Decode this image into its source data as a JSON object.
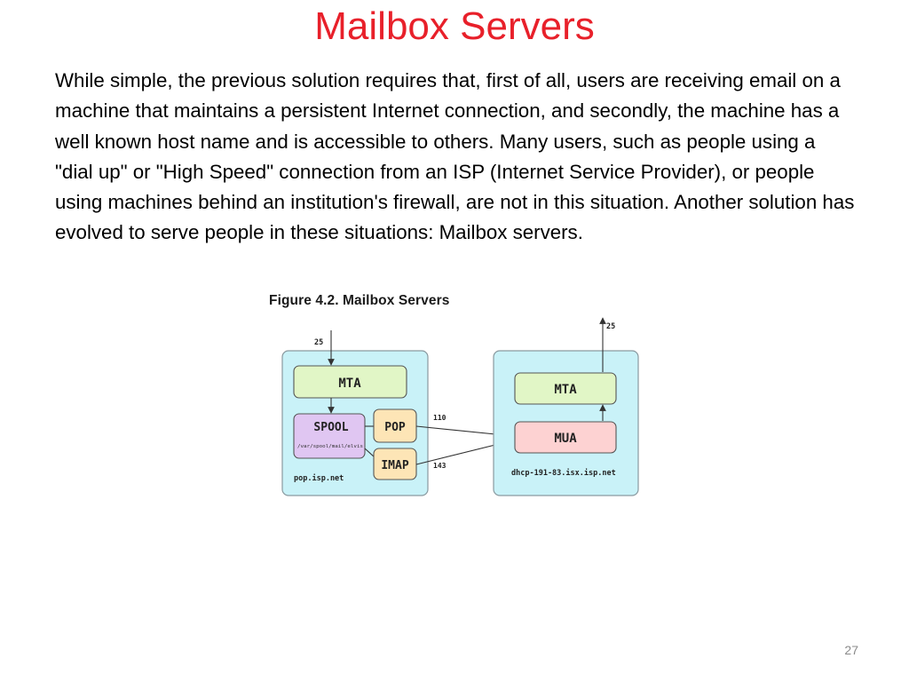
{
  "slide": {
    "title": "Mailbox Servers",
    "body": "While simple, the previous solution requires that, first of all, users are receiving email on a machine that maintains a persistent Internet connection, and secondly, the machine has a well known host name and is accessible to others. Many users, such as people using a \"dial up\" or \"High Speed\" connection from an ISP (Internet Service Provider), or people using machines behind an institution's firewall, are not in this situation. Another solution has evolved to serve people in these situations: Mailbox servers.",
    "page_number": "27"
  },
  "figure": {
    "caption": "Figure 4.2. Mailbox Servers",
    "left_host": {
      "hostname": "pop.isp.net",
      "inbound_port": "25",
      "mta_label": "MTA",
      "spool_label": "SPOOL",
      "spool_path": "/var/spool/mail/elvis",
      "pop_label": "POP",
      "imap_label": "IMAP",
      "pop_port": "110",
      "imap_port": "143"
    },
    "right_host": {
      "hostname": "dhcp-191-83.isx.isp.net",
      "outbound_port": "25",
      "mta_label": "MTA",
      "mua_label": "MUA"
    },
    "colors": {
      "host_fill": "#c9f2f8",
      "mta_fill": "#e1f6c6",
      "spool_fill": "#e0c6f2",
      "service_fill": "#fde5b6",
      "mua_fill": "#fdd2d2",
      "arrow": "#333333"
    }
  }
}
